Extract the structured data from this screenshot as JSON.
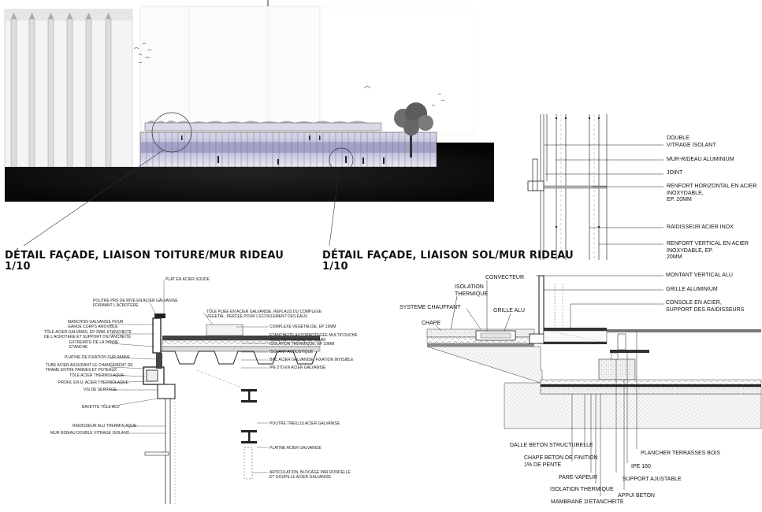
{
  "titles": {
    "roof_detail": "DÉTAIL FAÇADE, LIAISON TOITURE/MUR RIDEAU",
    "roof_scale": "1/10",
    "floor_detail": "DÉTAIL FAÇADE, LIAISON SOL/MUR RIDEAU",
    "floor_scale": "1/10"
  },
  "facade_section_labels": [
    "DOUBLE\nVITRAGE ISOLANT",
    "MUR-RIDEAU ALUMINIUM",
    "JOINT",
    "RENFORT HORIZONTAL EN ACIER INOXYDABLE,\nEP. 20MM",
    "RAIDISSEUR ACIER INOX",
    "RENFORT VERTICAL EN ACIER INOXYDABLE, EP.\n20MM"
  ],
  "roof_labels": [
    "PLAT EN ACIER SOUDE",
    "POUTRE PRS DE RIVE EN ACIER GALVANISE\nFORMANT L'ACROTERE",
    "MANCHON GALVANISE POUR\nGARDE CORPS AMOVIBLE",
    "TÔLE ACIER GALVANIS, EP 2MM, ETANCHEITE\nDE L'ACROTERE ET SUPPORT D'ETANCHEITE",
    "EXTREMITE DE LA PANNE\nETANCHE",
    "PLATINE DE FIXATION SUR PANNE",
    "TUBE ACIER ASSURANT LE CHANGEMENT DE\nTRAME ENTRE PANNES ET POTEAUX",
    "TÔLE ACIER THERMOLAQUE",
    "PROFIL EN U, ACIER THERMOLAQUE",
    "VIS DE SERRAGE",
    "BAVETTE TÔLE ALU",
    "RAIDISSEUR ALU THERMOLAQUE",
    "MUR RIDEAU DOUBLE VITRAGE ISOLANT",
    "TÔLE PLIEE EN ACIER GALVANISE, REPLAUS DU COMPLEXE\nVEGETAL, PERCEE POUR L'ECOULEMENT DES EAUX",
    "COMPLEXE VEGETALISE, EP 15MM",
    "ETANCHEITE AUTOPROTEGEE MULTICOUCHE\nAVEC ANTI-RACINE, EP 20MM",
    "ISOLATION THERMIQUE, EP 10MM",
    "ISOLANT ACOUSTIQUE",
    "BAC ACIER GALVANISE, FIXATION INVISIBLE",
    "IPE 270 EN ACIER GALVANISE",
    "POUTRE TREILLIS ACIER GALVANISE",
    "PLATINE ACIER GALVANISE",
    "ARTICULATION, BLOCAGE PAR RONDELLE\nET GOUPILLE ACIER GALVANISE"
  ],
  "floor_labels": [
    "ISOLATION\nTHERMIQUE",
    "CONVECTEUR",
    "SYSTEME CHAUFFANT",
    "GRILLE ALU",
    "CHAPE",
    "MONTANT VERTICAL ALU",
    "GRILLE ALUMINIUM",
    "CONSOLE EN ACIER,\nSUPPORT DES RAIDISSEURS",
    "DALLE BETON STRUCTURELLE",
    "CHAPE BETON DE FINITION\n1% DE PENTE",
    "PARE-VAPEUR",
    "ISOLATION THERMIQUE",
    "MAMBRANE D'ETANCHEITE",
    "APPUI BETON",
    "SUPPORT AJUSTABLE",
    "IPE 160",
    "PLANCHER TERRASSES BOIS"
  ]
}
